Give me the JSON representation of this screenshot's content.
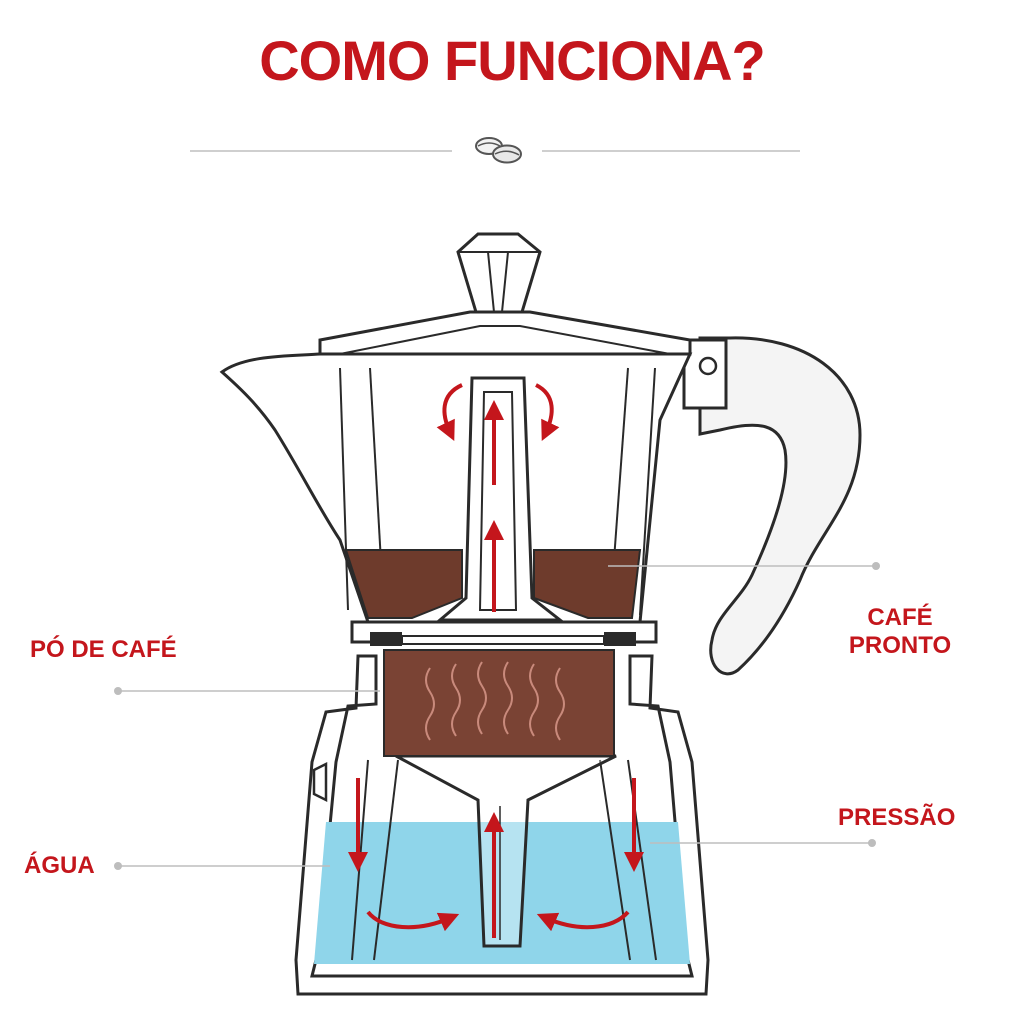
{
  "title": "COMO FUNCIONA?",
  "labels": {
    "po_de_cafe": "PÓ DE CAFÉ",
    "cafe_pronto_line1": "CAFÉ",
    "cafe_pronto_line2": "PRONTO",
    "pressao": "PRESSÃO",
    "agua": "ÁGUA"
  },
  "colors": {
    "accent": "#c4161c",
    "outline": "#2a2a2a",
    "coffee": "#6e3b2c",
    "grounds": "#7a4334",
    "water": "#8fd5ea",
    "leader": "#bdbdbd"
  },
  "icons": {
    "divider": "coffee-beans-icon"
  }
}
